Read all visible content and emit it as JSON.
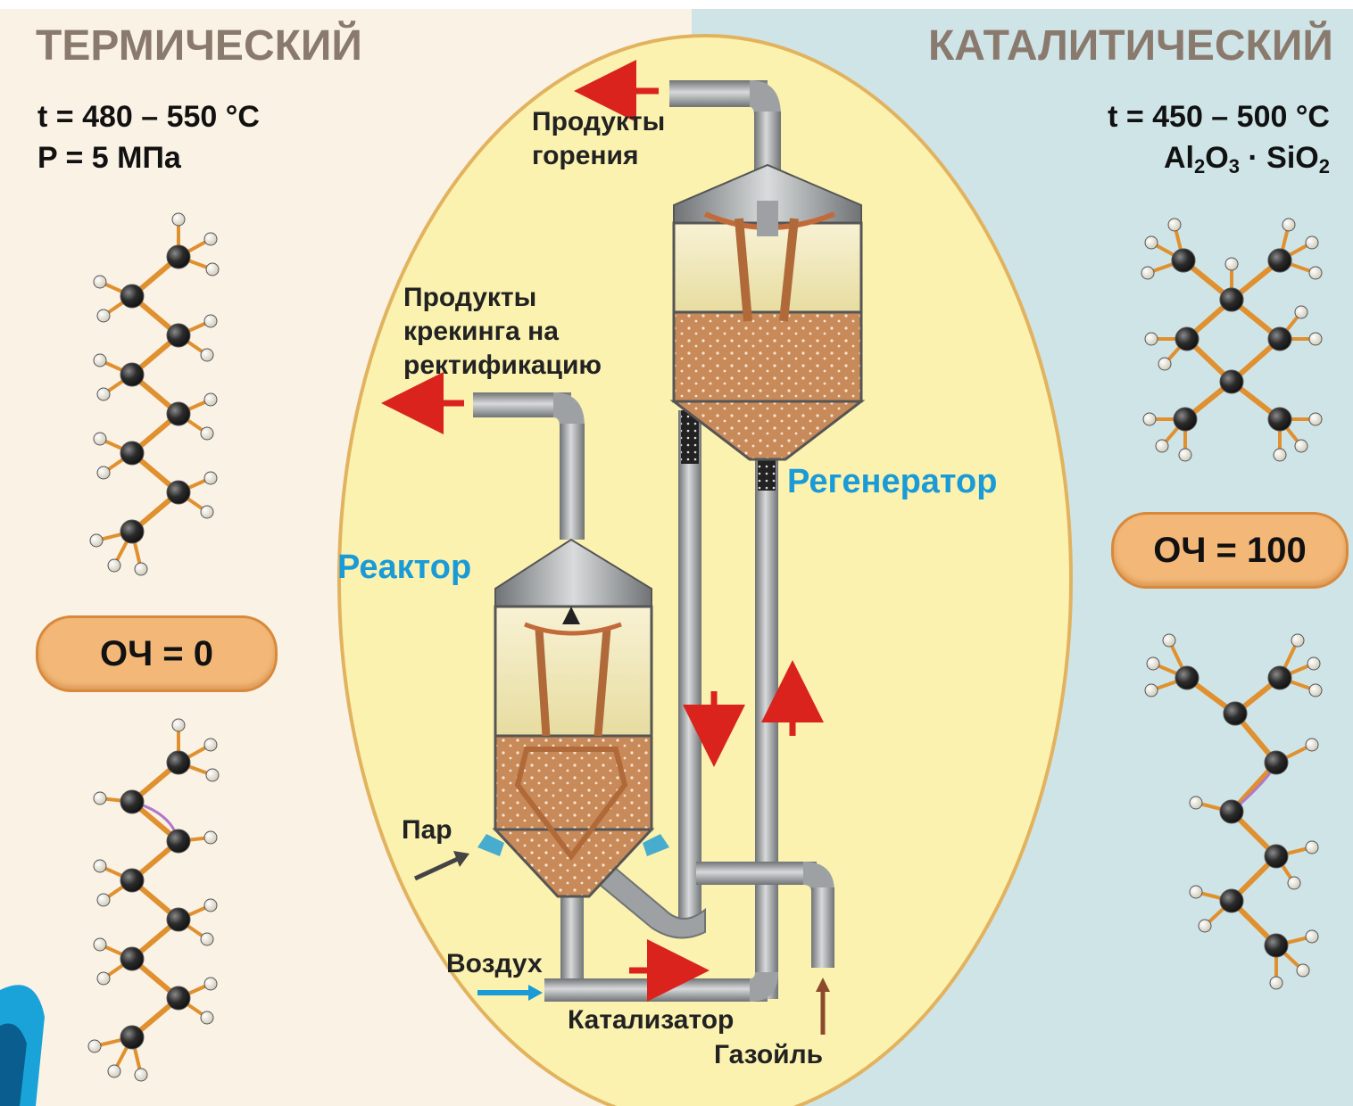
{
  "left": {
    "title": "ТЕРМИЧЕСКИЙ",
    "cond_t": "t = 480 – 550 °C",
    "cond_p": "P = 5 МПа",
    "badge": "ОЧ  =  0"
  },
  "right": {
    "title": "КАТАЛИТИЧЕСКИЙ",
    "cond_t": "t = 450 – 500 °C",
    "formula_al": "Al",
    "formula_sub2": "2",
    "formula_o": "O",
    "formula_sub3": "3",
    "formula_dot": " · SiO",
    "formula_sub2b": "2",
    "badge": "ОЧ  = 100"
  },
  "diagram": {
    "combustion_line1": "Продукты",
    "combustion_line2": "горения",
    "cracking_line1": "Продукты",
    "cracking_line2": "крекинга на",
    "cracking_line3": "ректификацию",
    "regenerator": "Регенератор",
    "reactor": "Реактор",
    "steam": "Пар",
    "air": "Воздух",
    "catalyst": "Катализатор",
    "gasoil": "Газойль"
  },
  "colors": {
    "oval": "#fbf2b0",
    "pipe": "#a3a6a8",
    "catalyst_bed": "#c98a5a",
    "vessel_top": "#f6edc4",
    "arrow_red": "#d9231c",
    "arrow_blue": "#1a9ad6",
    "carbon": "#2b2b2b",
    "bond": "#e0902e"
  }
}
